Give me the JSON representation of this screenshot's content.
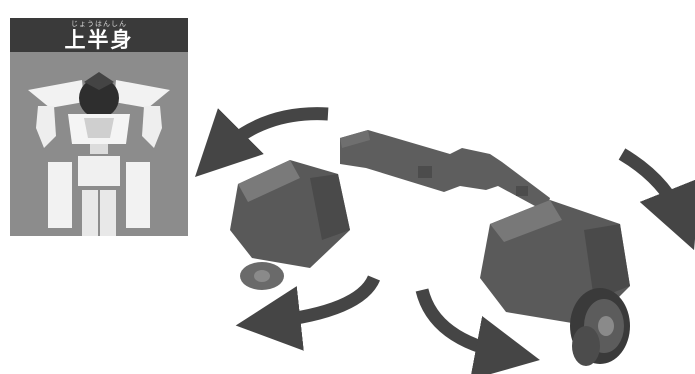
{
  "panel": {
    "ruby": "じょうはんしん",
    "title": "上半身"
  },
  "colors": {
    "panel_bg": "#8c8c8c",
    "panel_header": "#3a3a3a",
    "arrow": "#454545",
    "model": "#5a5a5a"
  },
  "icons": {
    "upper_body_diagram": "upper-body-silhouette",
    "model": "robot-upper-body-model",
    "arrows": "rotation-arrows"
  }
}
